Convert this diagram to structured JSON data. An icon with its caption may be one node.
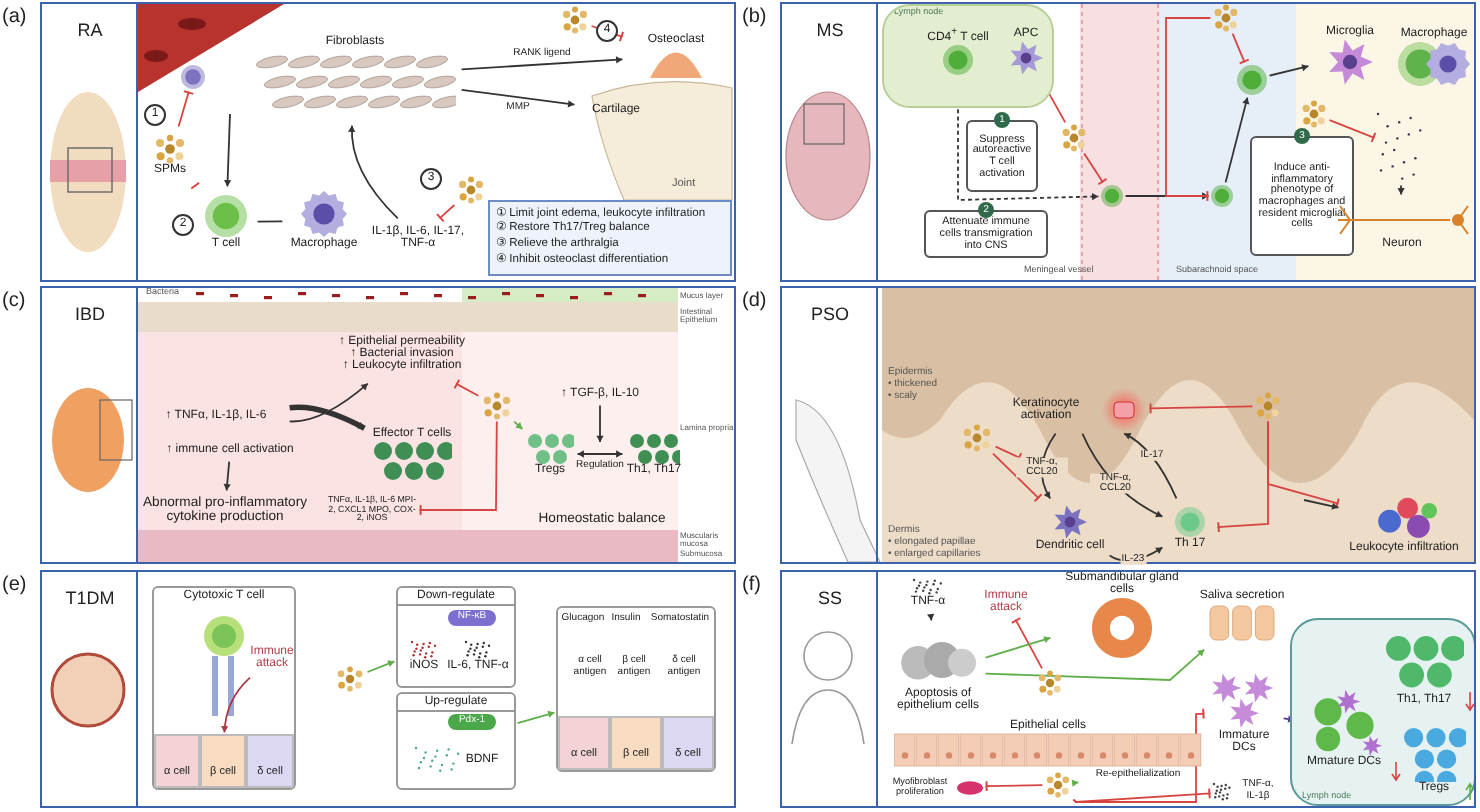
{
  "diagram": {
    "nodes": [
      {
        "text": [
          "RA"
        ]
      },
      {
        "text": [
          "SPMs"
        ],
        "in": 0
      },
      {
        "text": [
          "T cell"
        ],
        "in": 0
      },
      {
        "text": [
          "Macrophage"
        ],
        "in": 0
      },
      {
        "text": [
          "Fibroblasts"
        ],
        "in": 0
      },
      {
        "text": [
          "Osteoclast"
        ],
        "in": 0
      },
      {
        "text": [
          "Cartilage"
        ],
        "in": 0
      },
      {
        "text": [
          "IL-1β, IL-6, IL-17, TNF-α"
        ],
        "in": 0
      },
      {
        "text": [],
        "shape": "picture",
        "in": 0
      },
      {
        "text": [],
        "shape": "picture",
        "in": 0
      },
      {
        "text": [
          "① Limit joint edema, leukocyte infiltration",
          "② Restore Th17/Treg balance",
          "③ Relieve the arthralgia",
          "④ Inhibit osteoclast differentiation"
        ],
        "in": 0
      },
      {
        "text": [],
        "shape": "circle",
        "in": 0
      },
      {
        "text": [
          "MS"
        ]
      },
      {
        "text": [
          "Lymph node"
        ],
        "in": 12
      },
      {
        "text": [
          "CD4$^{+}$ T cell"
        ],
        "in": 13
      },
      {
        "text": [
          "APC"
        ],
        "in": 13
      },
      {
        "text": [
          "1",
          "Suppress autoreactive T cell activation"
        ],
        "in": 12
      },
      {
        "text": [
          "2",
          "Attenuate immune cells transmigration into CNS"
        ],
        "in": 12
      },
      {
        "text": [
          "3",
          "Induce anti-inflammatory phenotype of macrophages and resident microglial cells"
        ],
        "in": 12
      },
      {
        "text": [],
        "shape": "picture",
        "in": 12
      },
      {
        "text": [],
        "shape": "picture",
        "in": 12
      },
      {
        "text": [],
        "shape": "picture",
        "in": 12
      },
      {
        "text": [],
        "shape": "circle",
        "in": 12
      },
      {
        "text": [],
        "shape": "circle",
        "in": 12
      },
      {
        "text": [],
        "shape": "circle",
        "in": 12
      },
      {
        "text": [
          "Microglia"
        ],
        "in": 12
      },
      {
        "text": [
          "Macrophage"
        ],
        "in": 12
      },
      {
        "text": [
          "Neuron"
        ],
        "in": 12
      },
      {
        "text": [
          "IBD"
        ]
      },
      {
        "text": [
          "↑ Epithelial permeability",
          "↑ Bacterial invasion",
          "↑ Leukocyte infiltration"
        ],
        "in": 28
      },
      {
        "text": [
          "↑ TNFα, IL-1β, IL-6"
        ],
        "in": 28
      },
      {
        "text": [
          "↑ immune cell activation"
        ],
        "in": 28
      },
      {
        "text": [
          "Effector T cells"
        ],
        "in": 28
      },
      {
        "text": [
          "Abnormal pro-inflammatory cytokine production"
        ],
        "in": 28
      },
      {
        "text": [
          "TNFα, IL-1β, IL-6 MPI-2, CXCL1 MPO, COX-2, iNOS"
        ],
        "in": 28
      },
      {
        "text": [],
        "shape": "picture",
        "in": 28
      },
      {
        "text": [
          "↑ TGF-β, IL-10"
        ],
        "in": 28
      },
      {
        "text": [
          "Tregs"
        ],
        "in": 28
      },
      {
        "text": [
          "Th1, Th17"
        ],
        "in": 28
      },
      {
        "text": [
          "Homeostatic balance"
        ],
        "in": 28
      },
      {
        "text": [
          "PSO"
        ]
      },
      {
        "text": [
          "Keratinocyte activation"
        ],
        "in": 40
      },
      {
        "text": [
          "Dendritic cell"
        ],
        "in": 40
      },
      {
        "text": [
          "Th 17"
        ],
        "in": 40
      },
      {
        "text": [
          "Leukocyte infiltration"
        ],
        "in": 40
      },
      {
        "text": [],
        "shape": "picture",
        "in": 40
      },
      {
        "text": [],
        "shape": "picture",
        "in": 40
      },
      {
        "text": [
          "T1DM"
        ]
      },
      {
        "text": [
          "Cytotoxic T cell"
        ],
        "in": 47
      },
      {
        "text": [
          "Immune attack"
        ],
        "in": 48
      },
      {
        "text": [
          "α cell"
        ],
        "in": 48
      },
      {
        "text": [
          "β cell"
        ],
        "in": 48
      },
      {
        "text": [
          "δ cell"
        ],
        "in": 48
      },
      {
        "text": [],
        "shape": "picture",
        "in": 47
      },
      {
        "text": [
          "Down-regulate"
        ],
        "in": 47
      },
      {
        "text": [
          "NF-κB"
        ],
        "in": 54
      },
      {
        "text": [
          "iNOS"
        ],
        "in": 54
      },
      {
        "text": [
          "IL-6, TNF-α"
        ],
        "in": 54
      },
      {
        "text": [
          "Up-regulate"
        ],
        "in": 47
      },
      {
        "text": [
          "Pdx-1"
        ],
        "in": 58
      },
      {
        "text": [
          "BDNF"
        ],
        "in": 58
      },
      {
        "text": [],
        "shape": "box",
        "in": 47
      },
      {
        "text": [
          "Glucagon"
        ],
        "in": 61
      },
      {
        "text": [
          "Insulin"
        ],
        "in": 61
      },
      {
        "text": [
          "Somatostatin"
        ],
        "in": 61
      },
      {
        "text": [
          "α cell antigen"
        ],
        "in": 61
      },
      {
        "text": [
          "β cell antigen"
        ],
        "in": 61
      },
      {
        "text": [
          "δ cell antigen"
        ],
        "in": 61
      },
      {
        "text": [
          "α cell"
        ],
        "in": 61
      },
      {
        "text": [
          "β cell"
        ],
        "in": 61
      },
      {
        "text": [
          "δ cell"
        ],
        "in": 61
      },
      {
        "text": [
          "SS"
        ]
      },
      {
        "text": [
          "TNF-α"
        ],
        "in": 71
      },
      {
        "text": [
          "Immune attack"
        ],
        "in": 71
      },
      {
        "text": [
          "Apoptosis of epithelium cells"
        ],
        "in": 71
      },
      {
        "text": [
          "Submandibular gland cells"
        ],
        "in": 71
      },
      {
        "text": [
          "Saliva secretion"
        ],
        "in": 71
      },
      {
        "text": [],
        "shape": "picture",
        "in": 71
      },
      {
        "text": [
          "Epithelial cells"
        ],
        "in": 71
      },
      {
        "text": [
          "Myofibroblast proliferation"
        ],
        "in": 71
      },
      {
        "text": [],
        "shape": "picture",
        "in": 71
      },
      {
        "text": [
          "Re-epithelialization"
        ],
        "in": 71
      },
      {
        "text": [
          "Immature DCs"
        ],
        "in": 71
      },
      {
        "text": [
          "TNF-α, IL-1β"
        ],
        "in": 71
      },
      {
        "text": [
          "Lymph node"
        ],
        "in": 71
      },
      {
        "text": [
          "Mmature DCs"
        ],
        "in": 84
      },
      {
        "text": [
          "Th1, Th17"
        ],
        "in": 84
      },
      {
        "text": [
          "Tregs"
        ],
        "in": 84
      },
      {
        "text": [],
        "shape": "picture",
        "in": 12
      }
    ],
    "edges": [
      {
        "from": 1,
        "to": 11,
        "arrow": "other",
        "color": "#d64541"
      },
      {
        "from": 1,
        "to": 2,
        "arrow": "other",
        "color": "#d64541"
      },
      {
        "from": null,
        "to": 2,
        "arrow": "to"
      },
      {
        "from": 7,
        "to": 4,
        "arrow": "to"
      },
      {
        "from": 8,
        "to": 7,
        "arrow": "other",
        "color": "#d64541"
      },
      {
        "from": 4,
        "to": 5,
        "arrow": "to",
        "label": "RANK ligend"
      },
      {
        "from": 4,
        "to": 6,
        "arrow": "to",
        "label": "MMP"
      },
      {
        "from": 9,
        "to": 5,
        "arrow": "other",
        "color": "#d64541"
      },
      {
        "from": 2,
        "to": 3,
        "arrow": "none"
      },
      {
        "from": 14,
        "to": 22,
        "arrow": "to",
        "style": "dashed"
      },
      {
        "from": 19,
        "to": 15,
        "arrow": "other",
        "color": "#d64541"
      },
      {
        "from": 19,
        "to": 22,
        "arrow": "other",
        "color": "#d64541"
      },
      {
        "from": 22,
        "to": 23,
        "arrow": "to"
      },
      {
        "from": 20,
        "to": 23,
        "arrow": "other",
        "color": "#d64541"
      },
      {
        "from": 20,
        "to": 24,
        "arrow": "other",
        "color": "#d64541"
      },
      {
        "from": 23,
        "to": 24,
        "arrow": "to"
      },
      {
        "from": 24,
        "to": 25,
        "arrow": "to"
      },
      {
        "from": 21,
        "to": 88,
        "arrow": "other",
        "color": "#d64541"
      },
      {
        "from": 88,
        "to": 27,
        "arrow": "to"
      },
      {
        "from": 30,
        "to": 29,
        "arrow": "to"
      },
      {
        "from": 30,
        "to": 32,
        "arrow": "to",
        "style": "thick"
      },
      {
        "from": 35,
        "to": 29,
        "arrow": "other",
        "color": "#d64541"
      },
      {
        "from": 35,
        "to": 34,
        "arrow": "other",
        "color": "#d64541"
      },
      {
        "from": 35,
        "to": 37,
        "arrow": "to",
        "color": "#5fae4a"
      },
      {
        "from": 36,
        "to": null,
        "arrow": "to"
      },
      {
        "from": 37,
        "to": 38,
        "arrow": "both",
        "label": "Regulation"
      },
      {
        "from": 31,
        "to": 33,
        "arrow": "to"
      },
      {
        "from": 41,
        "to": 42,
        "arrow": "to",
        "label": "TNF-α, CCL20"
      },
      {
        "from": 41,
        "to": 43,
        "arrow": "to",
        "label": "TNF-α, CCL20"
      },
      {
        "from": 43,
        "to": 41,
        "arrow": "to",
        "label": "IL-17"
      },
      {
        "from": 42,
        "to": 43,
        "arrow": "to",
        "label": "IL-23"
      },
      {
        "from": 45,
        "to": null,
        "arrow": "other",
        "color": "#d64541"
      },
      {
        "from": 45,
        "to": 42,
        "arrow": "other",
        "color": "#d64541"
      },
      {
        "from": 46,
        "to": 41,
        "arrow": "other",
        "color": "#d64541"
      },
      {
        "from": 46,
        "to": 43,
        "arrow": "other",
        "color": "#d64541"
      },
      {
        "from": 46,
        "to": 44,
        "arrow": "other",
        "color": "#d64541"
      },
      {
        "from": null,
        "to": 44,
        "arrow": "to"
      },
      {
        "from": 53,
        "to": 54,
        "arrow": "to",
        "color": "#5fae4a"
      },
      {
        "from": 58,
        "to": 61,
        "arrow": "to",
        "color": "#5fae4a"
      },
      {
        "from": 49,
        "to": 51,
        "arrow": "to",
        "color": "#a83a48"
      },
      {
        "from": 72,
        "to": 74,
        "arrow": "to"
      },
      {
        "from": 77,
        "to": 73,
        "arrow": "other",
        "color": "#d64541"
      },
      {
        "from": 74,
        "to": 75,
        "arrow": "to",
        "color": "#5fae4a"
      },
      {
        "from": 74,
        "to": 76,
        "arrow": "to",
        "color": "#5fae4a"
      },
      {
        "from": 80,
        "to": 79,
        "arrow": "other",
        "color": "#d64541"
      },
      {
        "from": 80,
        "to": 81,
        "arrow": "to",
        "color": "#5fae4a"
      },
      {
        "from": 80,
        "to": 82,
        "arrow": "other",
        "color": "#d64541"
      },
      {
        "from": 80,
        "to": 83,
        "arrow": "other",
        "color": "#d64541"
      },
      {
        "from": 82,
        "to": 85,
        "arrow": "to",
        "color": "#5b3f8f"
      }
    ],
    "labels": [
      "(a)",
      "1",
      "2",
      "3",
      "4",
      "Joint",
      "(b)",
      "Meningeal vessel",
      "Subarachnoid space",
      "(c)",
      "Bacteria",
      "Mucus layer",
      "Intestinal Epithelium",
      "Lamina propria",
      "Muscularis mucosa",
      "Submucosa",
      "(d)",
      "Epidermis",
      "• thickened",
      "• scaly",
      "Dermis",
      "• elongated papillae",
      "• enlarged capillaries",
      "(e)",
      "(f)"
    ]
  }
}
